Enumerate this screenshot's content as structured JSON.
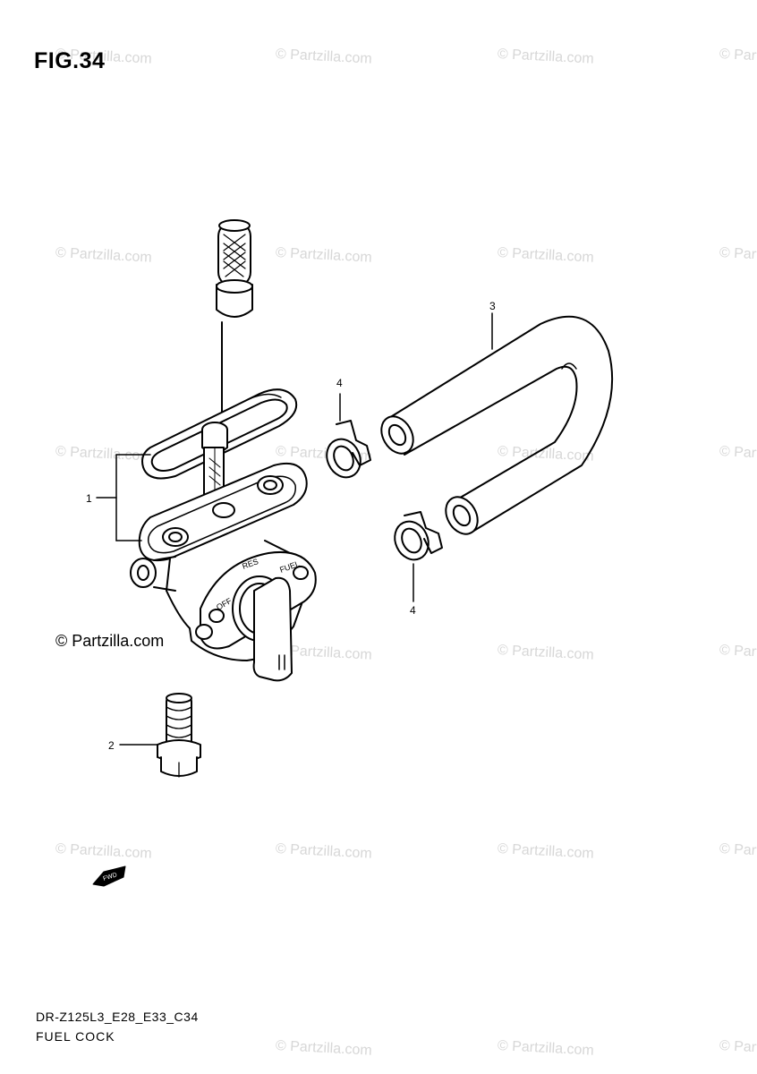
{
  "figure": {
    "title": "FIG.34",
    "model_code": "DR-Z125L3_E28_E33_C34",
    "section_name": "FUEL COCK"
  },
  "brand": {
    "label": "© Partzilla.com"
  },
  "watermark": {
    "text": "© Partzilla.com",
    "color": "#d7d7d7"
  },
  "callouts": {
    "fuel_cock_assembly": "1",
    "bolt": "2",
    "fuel_hose": "3",
    "clip_upper": "4",
    "clip_lower": "4"
  },
  "icons": {
    "fwd_arrow": "FWD"
  }
}
